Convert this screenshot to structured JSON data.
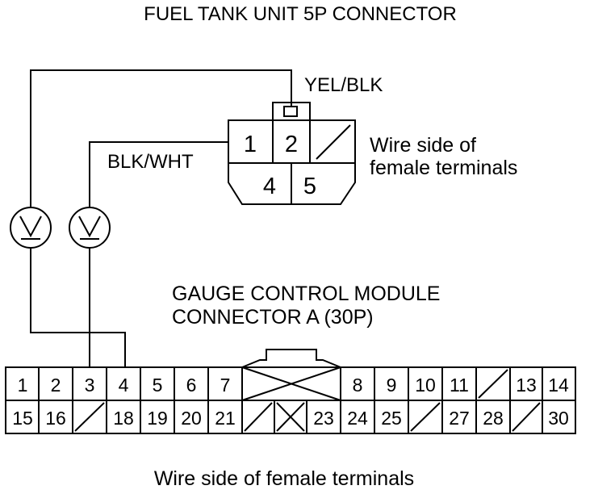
{
  "title": "FUEL TANK UNIT 5P CONNECTOR",
  "fuel_connector": {
    "wire1_label": "YEL/BLK",
    "wire2_label": "BLK/WHT",
    "side_label_1": "Wire side of",
    "side_label_2": "female terminals",
    "pins": [
      "1",
      "2",
      "4",
      "5"
    ]
  },
  "module": {
    "title_1": "GAUGE CONTROL MODULE",
    "title_2": "CONNECTOR A (30P)",
    "row1": [
      "1",
      "2",
      "3",
      "4",
      "5",
      "6",
      "7",
      "8",
      "9",
      "10",
      "11",
      "13",
      "14"
    ],
    "row2": [
      "15",
      "16",
      "18",
      "19",
      "20",
      "21",
      "23",
      "24",
      "25",
      "27",
      "28",
      "30"
    ]
  },
  "footer": "Wire side of female terminals",
  "meters": [
    "voltmeter-icon",
    "voltmeter-icon"
  ]
}
